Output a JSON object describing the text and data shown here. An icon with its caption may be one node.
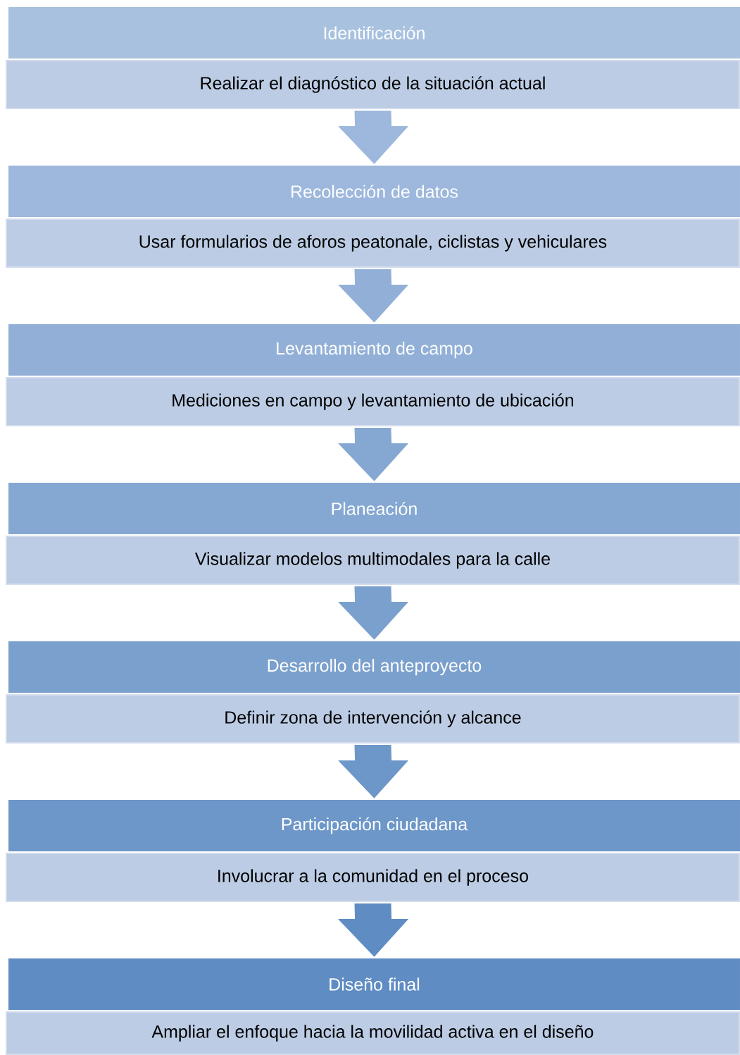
{
  "diagram": {
    "nodes": [
      {
        "text": [
          "Identificación"
        ]
      },
      {
        "text": [
          "Realizar el diagnóstico de la situación actual"
        ]
      },
      {
        "text": [
          "Recolección de datos"
        ]
      },
      {
        "text": [
          "Usar formularios de aforos peatonale, ciclistas y vehiculares"
        ]
      },
      {
        "text": [
          "Levantamiento de campo"
        ]
      },
      {
        "text": [
          "Mediciones en campo y levantamiento de ubicación"
        ]
      },
      {
        "text": [
          "Planeación"
        ]
      },
      {
        "text": [
          "Visualizar modelos multimodales para la calle"
        ]
      },
      {
        "text": [
          "Desarrollo del anteproyecto"
        ]
      },
      {
        "text": [
          "Definir zona de intervención y alcance"
        ]
      },
      {
        "text": [
          "Participación ciudadana"
        ]
      },
      {
        "text": [
          "Involucrar a la comunidad en el proceso"
        ]
      },
      {
        "text": [
          "Diseño final"
        ]
      },
      {
        "text": [
          "Ampliar el enfoque hacia la movilidad activa en el diseño"
        ]
      }
    ],
    "edges": [
      {
        "from": 1,
        "to": 2,
        "arrow": "to"
      },
      {
        "from": 3,
        "to": 4,
        "arrow": "to"
      },
      {
        "from": 5,
        "to": 6,
        "arrow": "to"
      },
      {
        "from": 7,
        "to": 8,
        "arrow": "to"
      },
      {
        "from": 9,
        "to": 10,
        "arrow": "to"
      },
      {
        "from": 11,
        "to": 12,
        "arrow": "to"
      }
    ]
  }
}
